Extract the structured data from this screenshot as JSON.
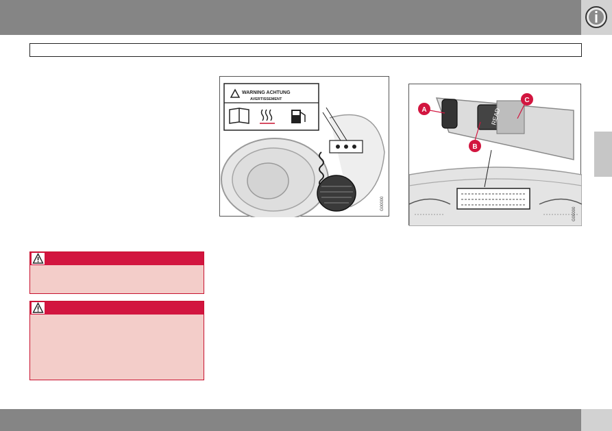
{
  "header": {
    "section_title": "",
    "page_icon": "info-icon"
  },
  "figure1": {
    "sticker_line1": "WARNING ACHTUNG",
    "sticker_line2": "AVERTISSEMENT",
    "sticker_icons": [
      "manual-icon",
      "fuel-vapor-icon",
      "fuel-pump-icon"
    ],
    "code": "G00000"
  },
  "figure2": {
    "callouts": [
      "A",
      "B",
      "C"
    ],
    "stalk_text": "READ",
    "code": "G00000"
  },
  "warnings": [
    {
      "icon": "warning-triangle-icon",
      "text": ""
    },
    {
      "icon": "warning-triangle-icon",
      "text": ""
    }
  ],
  "colors": {
    "header_gray": "#858585",
    "warning_red": "#d2153f",
    "warning_bg": "#f3cdc9",
    "callout_red": "#d2153f"
  }
}
